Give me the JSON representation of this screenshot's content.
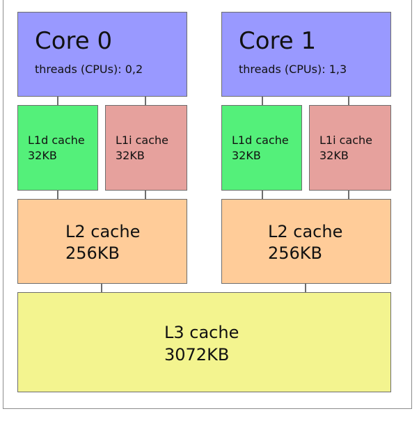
{
  "diagram": {
    "cores": [
      {
        "title": "Core 0",
        "threads": "threads (CPUs): 0,2",
        "l1d": {
          "label": "L1d cache",
          "size": "32KB"
        },
        "l1i": {
          "label": "L1i cache",
          "size": "32KB"
        },
        "l2": {
          "label": "L2 cache",
          "size": "256KB"
        }
      },
      {
        "title": "Core 1",
        "threads": "threads (CPUs): 1,3",
        "l1d": {
          "label": "L1d cache",
          "size": "32KB"
        },
        "l1i": {
          "label": "L1i cache",
          "size": "32KB"
        },
        "l2": {
          "label": "L2 cache",
          "size": "256KB"
        }
      }
    ],
    "l3": {
      "label": "L3 cache",
      "size": "3072KB"
    }
  },
  "colors": {
    "core": "#9999ff",
    "l1d": "#54f07a",
    "l1i": "#e6a19d",
    "l2": "#ffcc99",
    "l3": "#f3f48f",
    "border": "#6d6d6d",
    "frame": "#8c8c8c",
    "text": "#111111"
  }
}
